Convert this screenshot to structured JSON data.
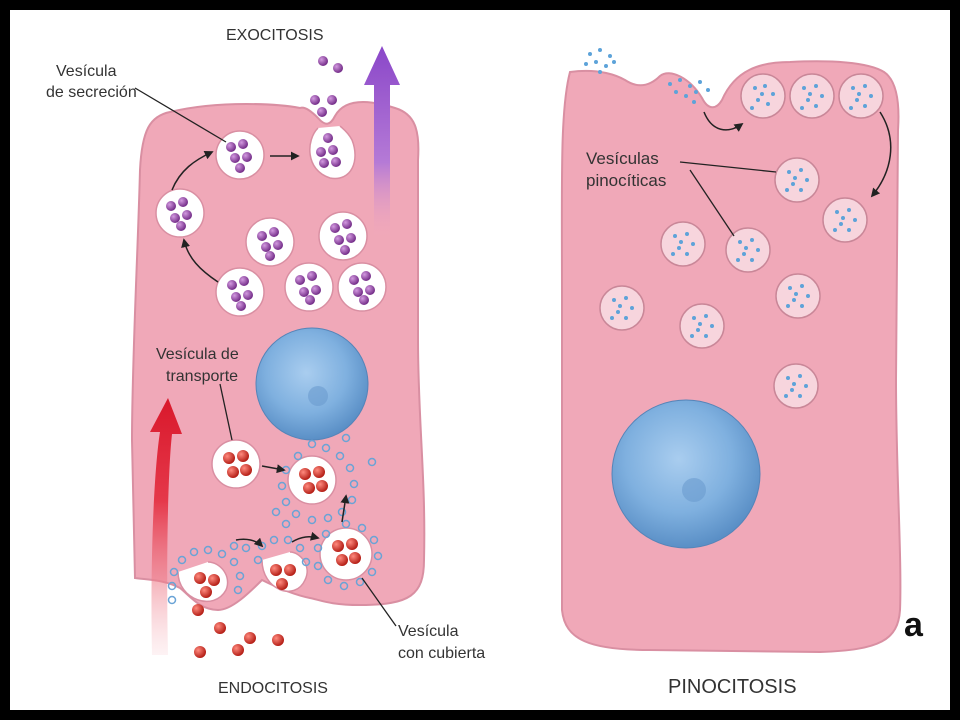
{
  "left_panel": {
    "title_top": "EXOCITOSIS",
    "title_bottom": "ENDOCITOSIS",
    "label_secretion_1": "Vesícula",
    "label_secretion_2": "de secreción",
    "label_transport_1": "Vesícula de",
    "label_transport_2": "transporte",
    "label_coated_1": "Vesícula",
    "label_coated_2": "con cubierta"
  },
  "right_panel": {
    "title": "PINOCITOSIS",
    "label_pino_1": "Vesículas",
    "label_pino_2": "pinocíticas",
    "panel_letter": "a"
  },
  "colors": {
    "cell": "#f0a8b8",
    "cell_stroke": "#d98fa2",
    "nucleus": "#7fb0df",
    "secretion_particle": "#8e3a9a",
    "transport_particle": "#d8312a",
    "pino_particle": "#5da3d9",
    "exo_arrow": "#9c5bd0",
    "endo_arrow": "#e0283a"
  },
  "icons": [
    "exocytosis-arrow-icon",
    "endocytosis-arrow-icon"
  ]
}
